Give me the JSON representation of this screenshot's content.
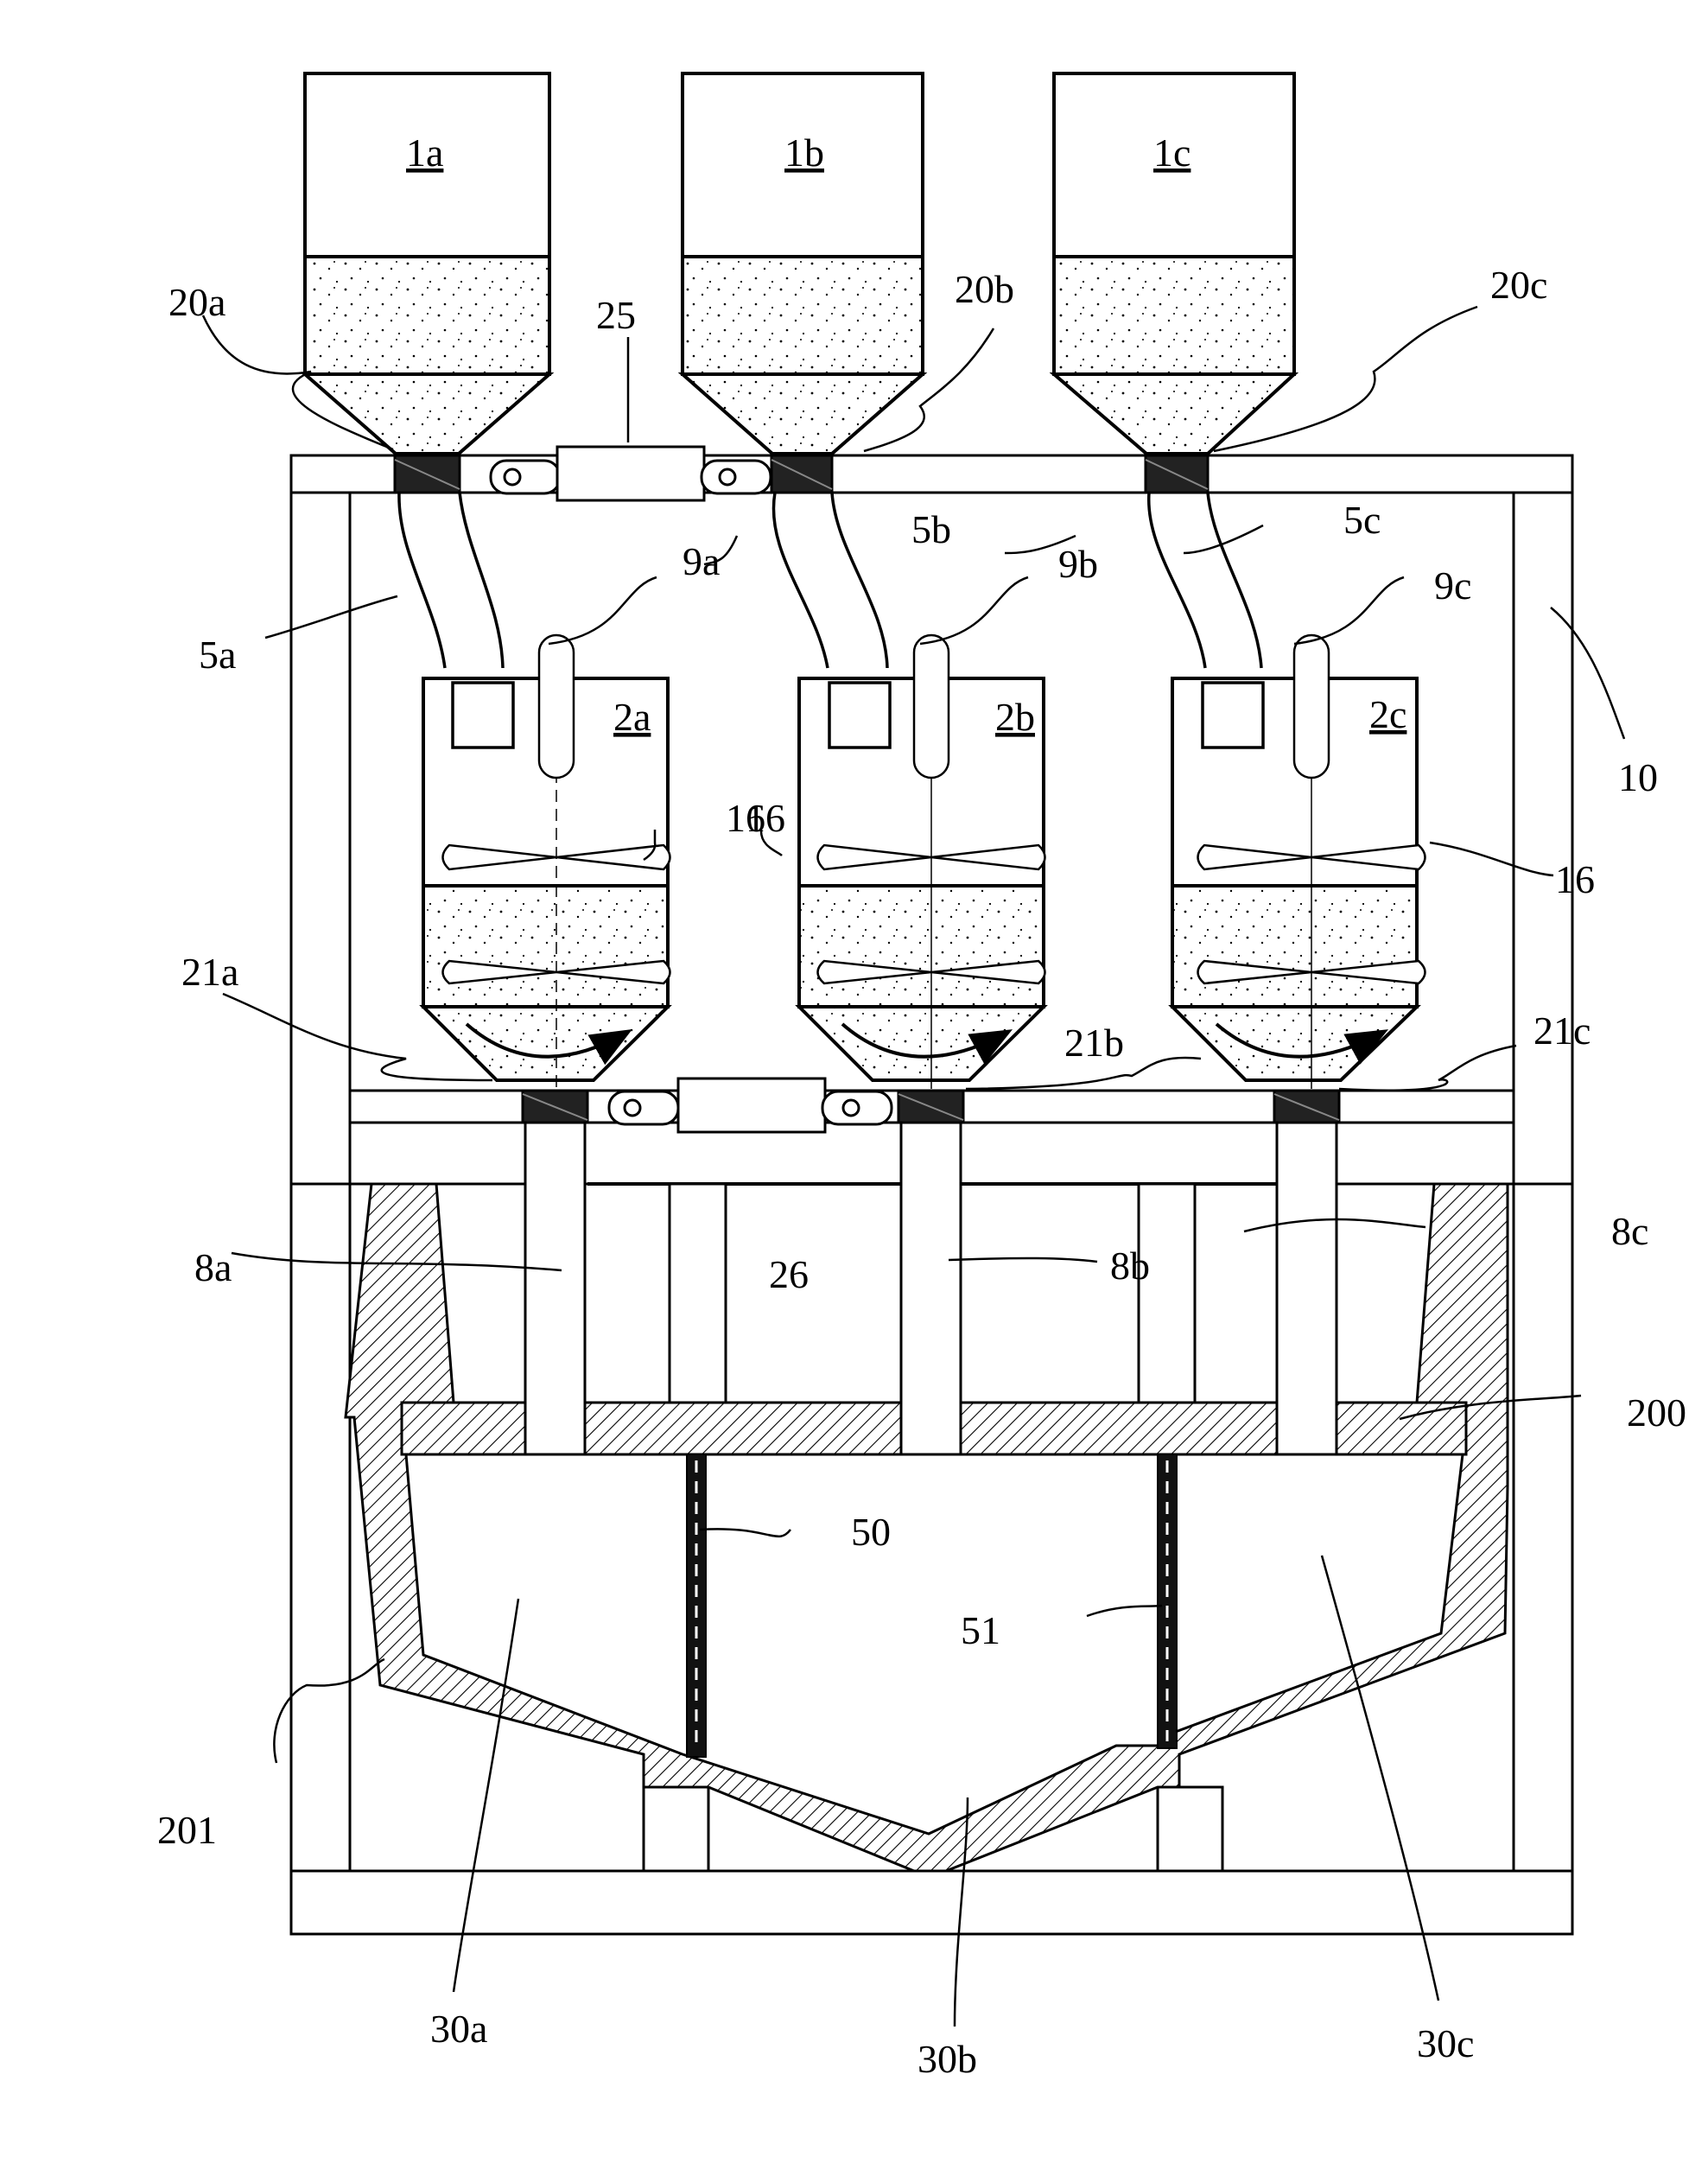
{
  "figure": {
    "labels": {
      "hopper_1a": "1a",
      "hopper_1b": "1b",
      "hopper_1c": "1c",
      "tank_2a": "2a",
      "tank_2b": "2b",
      "tank_2c": "2c",
      "valve_20a": "20a",
      "valve_20b": "20b",
      "valve_20c": "20c",
      "valve_21a": "21a",
      "valve_21b": "21b",
      "valve_21c": "21c",
      "actuator_25": "25",
      "actuator_26": "26",
      "chute_5a": "5a",
      "chute_5b": "5b",
      "chute_5c": "5c",
      "sensor_9a": "9a",
      "sensor_9b": "9b",
      "sensor_9c": "9c",
      "frame_10": "10",
      "impeller_16_a": "16",
      "impeller_16_b": "16",
      "impeller_16_c": "16",
      "pipe_8a": "8a",
      "pipe_8b": "8b",
      "pipe_8c": "8c",
      "mold_200": "200",
      "mold_201": "201",
      "divider_50": "50",
      "divider_51": "51",
      "cavity_30a": "30a",
      "cavity_30b": "30b",
      "cavity_30c": "30c"
    }
  }
}
